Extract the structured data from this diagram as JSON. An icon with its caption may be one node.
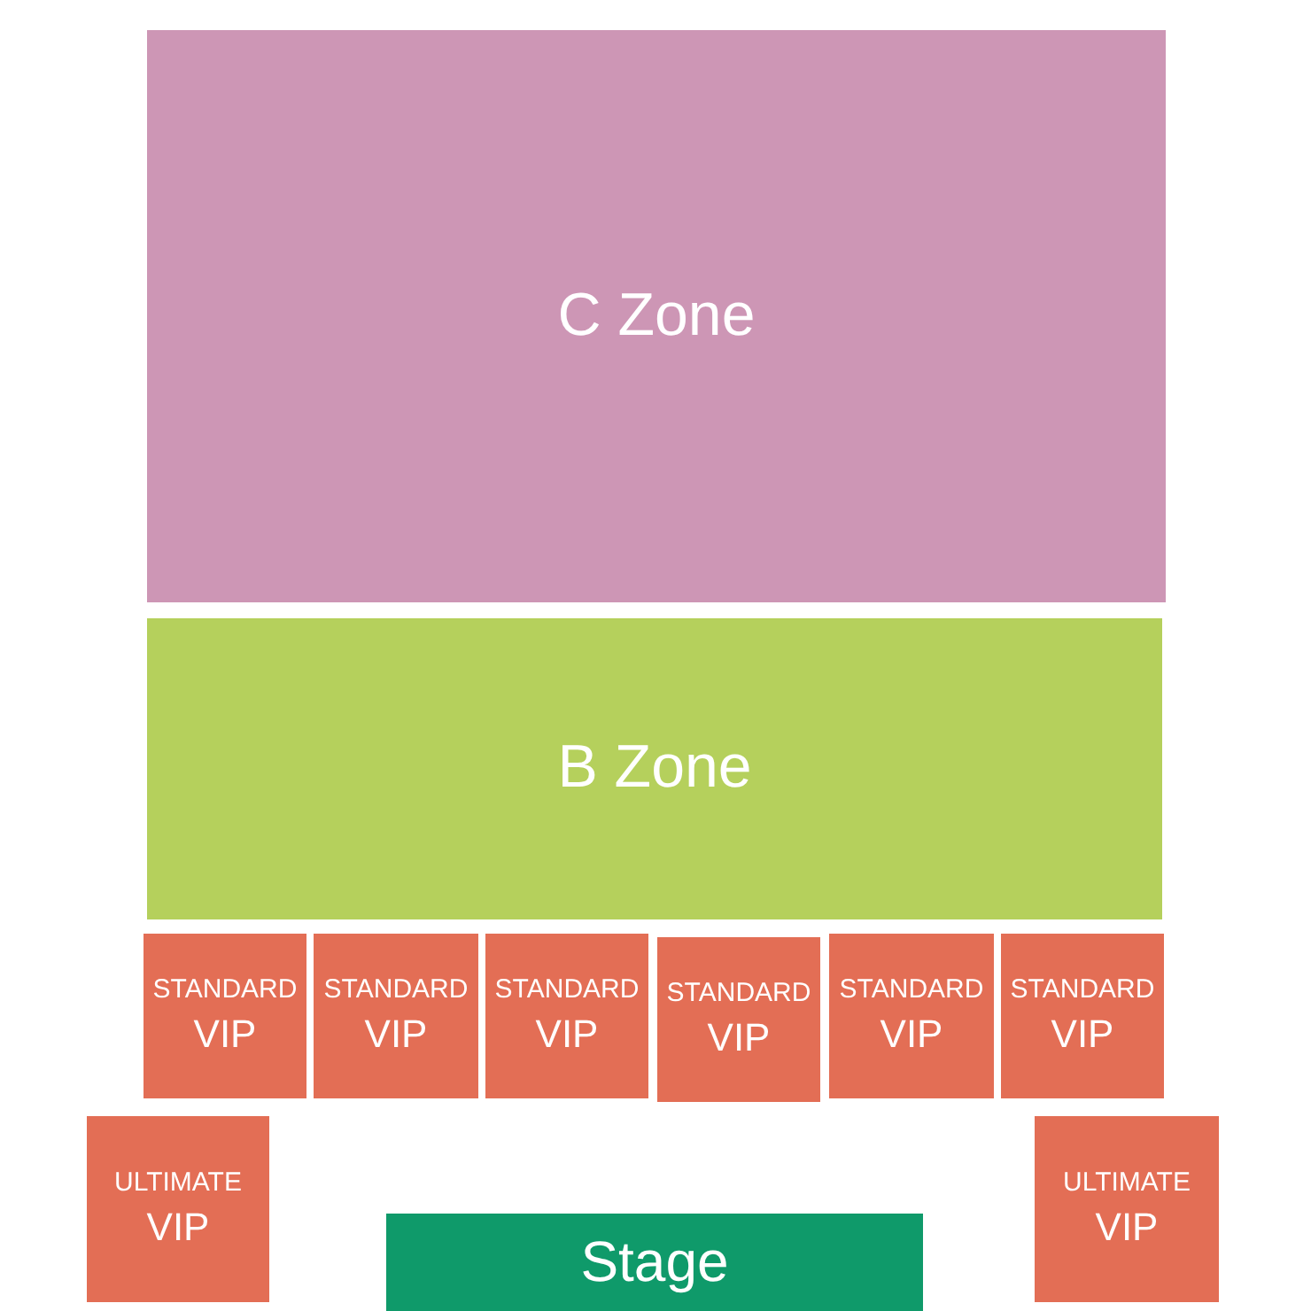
{
  "diagram": {
    "nodes": [
      {
        "text": [
          "C Zone"
        ]
      },
      {
        "text": [
          "B Zone"
        ]
      },
      {
        "text": [
          "STANDARD",
          "VIP"
        ]
      },
      {
        "text": [
          "STANDARD",
          "VIP"
        ]
      },
      {
        "text": [
          "STANDARD",
          "VIP"
        ]
      },
      {
        "text": [
          "STANDARD",
          "VIP"
        ]
      },
      {
        "text": [
          "STANDARD",
          "VIP"
        ]
      },
      {
        "text": [
          "STANDARD",
          "VIP"
        ]
      },
      {
        "text": [
          "ULTIMATE",
          "VIP"
        ]
      },
      {
        "text": [
          "ULTIMATE",
          "VIP"
        ]
      },
      {
        "text": [
          "Stage"
        ]
      }
    ]
  }
}
